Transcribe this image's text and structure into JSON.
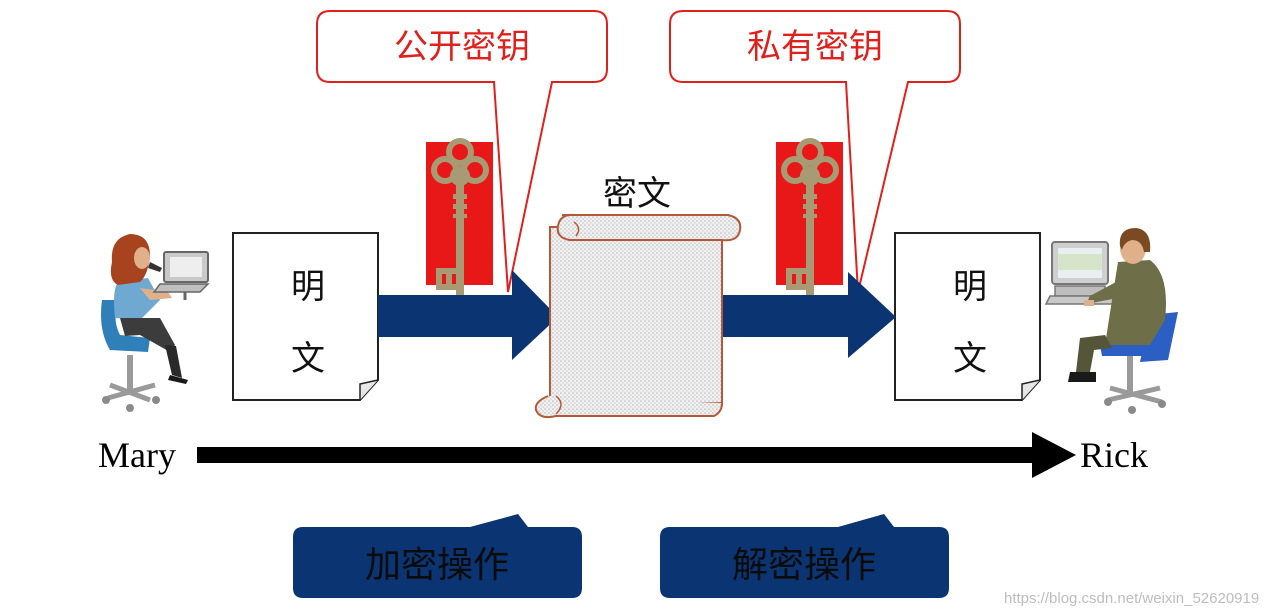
{
  "public_key_callout": "公开密钥",
  "private_key_callout": "私有密钥",
  "ciphertext_label": "密文",
  "plaintext_left": {
    "line1": "明",
    "line2": "文"
  },
  "plaintext_right": {
    "line1": "明",
    "line2": "文"
  },
  "sender": "Mary",
  "receiver": "Rick",
  "encrypt_operation": "加密操作",
  "decrypt_operation": "解密操作",
  "watermark": "https://blog.csdn.net/weixin_52620919",
  "colors": {
    "callout_red": "#e0201c",
    "key_background": "#e81818",
    "key_body": "#a89a73",
    "arrow_navy": "#0b3473",
    "operation_box": "#0b3473"
  }
}
